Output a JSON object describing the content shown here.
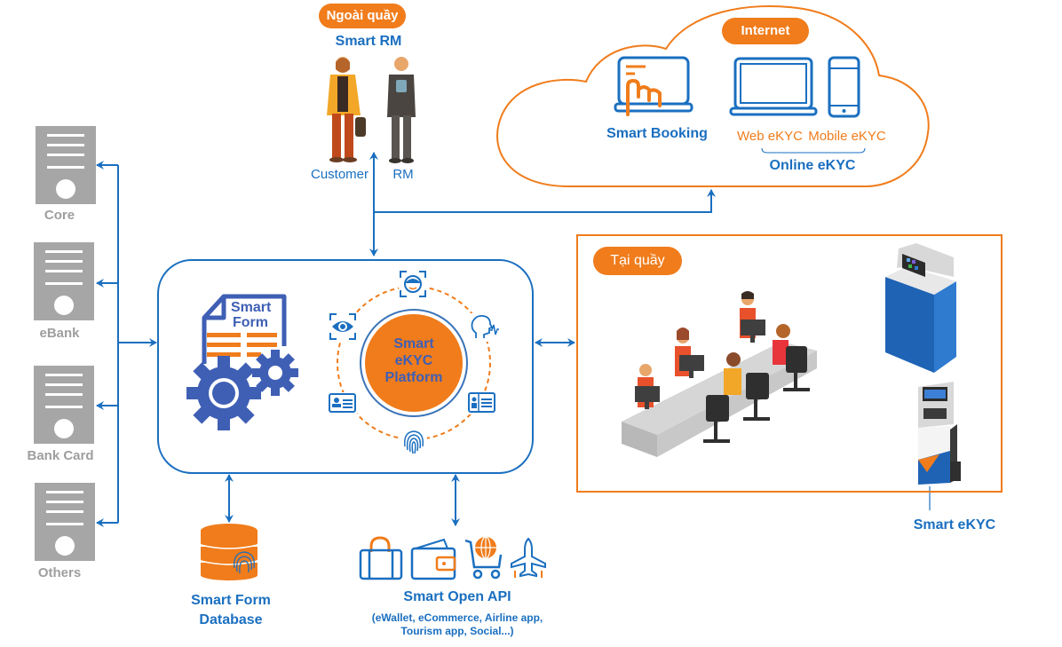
{
  "colors": {
    "primary_blue": "#1a6fc0",
    "accent_orange": "#f07c1b",
    "form_blue": "#3f5fb5",
    "server_gray": "#a6a6a6"
  },
  "top_center": {
    "badge": "Ngoài quầy",
    "title": "Smart RM",
    "people": [
      {
        "label": "Customer"
      },
      {
        "label": "RM"
      }
    ]
  },
  "cloud": {
    "badge": "Internet",
    "smart_booking": {
      "icon": "laptop-touch-icon",
      "label": "Smart Booking"
    },
    "channels": [
      {
        "icon": "laptop-icon",
        "label": "Web eKYC"
      },
      {
        "icon": "smartphone-icon",
        "label": "Mobile eKYC"
      }
    ],
    "group_label": "Online eKYC"
  },
  "backend_systems": [
    {
      "icon": "server-icon",
      "label": "Core"
    },
    {
      "icon": "server-icon",
      "label": "eBank"
    },
    {
      "icon": "server-icon",
      "label": "Bank Card"
    },
    {
      "icon": "server-icon",
      "label": "Others"
    }
  ],
  "platform": {
    "smart_form": {
      "line1": "Smart",
      "line2": "Form"
    },
    "core": {
      "line1": "Smart",
      "line2": "eKYC",
      "line3": "Platform"
    },
    "ring_icons": [
      "face-scan-icon",
      "voice-icon",
      "id-card-right-icon",
      "fingerprint-icon",
      "id-card-left-icon",
      "eye-scan-icon"
    ]
  },
  "database": {
    "line1": "Smart Form",
    "line2": "Database"
  },
  "open_api": {
    "title": "Smart Open API",
    "subtitle_line1": "(eWallet, eCommerce, Airline app,",
    "subtitle_line2": "Tourism app, Social...)",
    "icons": [
      "bag-icon",
      "wallet-icon",
      "cart-globe-icon",
      "airplane-icon"
    ]
  },
  "counter": {
    "badge": "Tại quầy",
    "kiosk_label": "Smart eKYC"
  }
}
